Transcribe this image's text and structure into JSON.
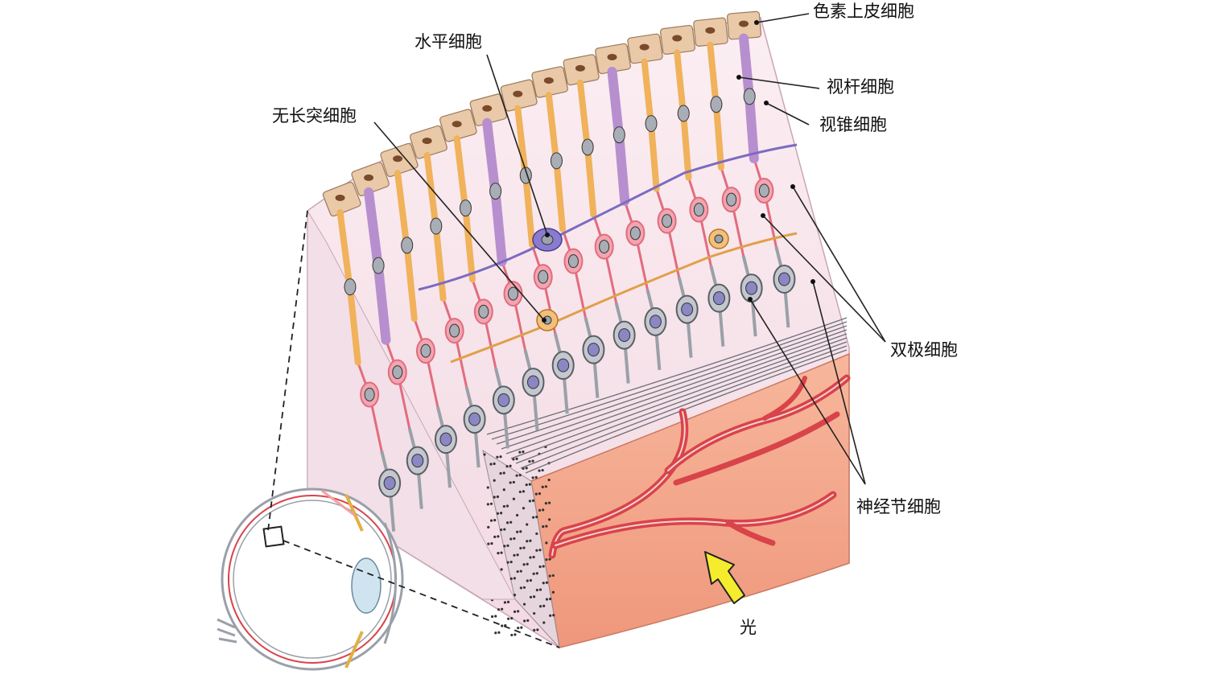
{
  "labels": {
    "pigment_epithelium": "色素上皮细胞",
    "horizontal_cell": "水平细胞",
    "amacrine_cell": "无长突细胞",
    "rod_cell": "视杆细胞",
    "cone_cell": "视锥细胞",
    "bipolar_cell": "双极细胞",
    "ganglion_cell": "神经节细胞",
    "light": "光"
  },
  "colors": {
    "epithelium": "#e9c9a8",
    "rod": "#f0b25a",
    "cone": "#b78fcf",
    "bipolar": "#e26c7e",
    "ganglion": "#9aa0a8",
    "horizontal": "#7c6bc2",
    "amacrine": "#e0a04a",
    "nerve_fiber_tissue": "#f2a68c",
    "vessel": "#d9434a",
    "light_arrow": "#f4ec2c",
    "retina_bg": "#f7e3ea"
  }
}
